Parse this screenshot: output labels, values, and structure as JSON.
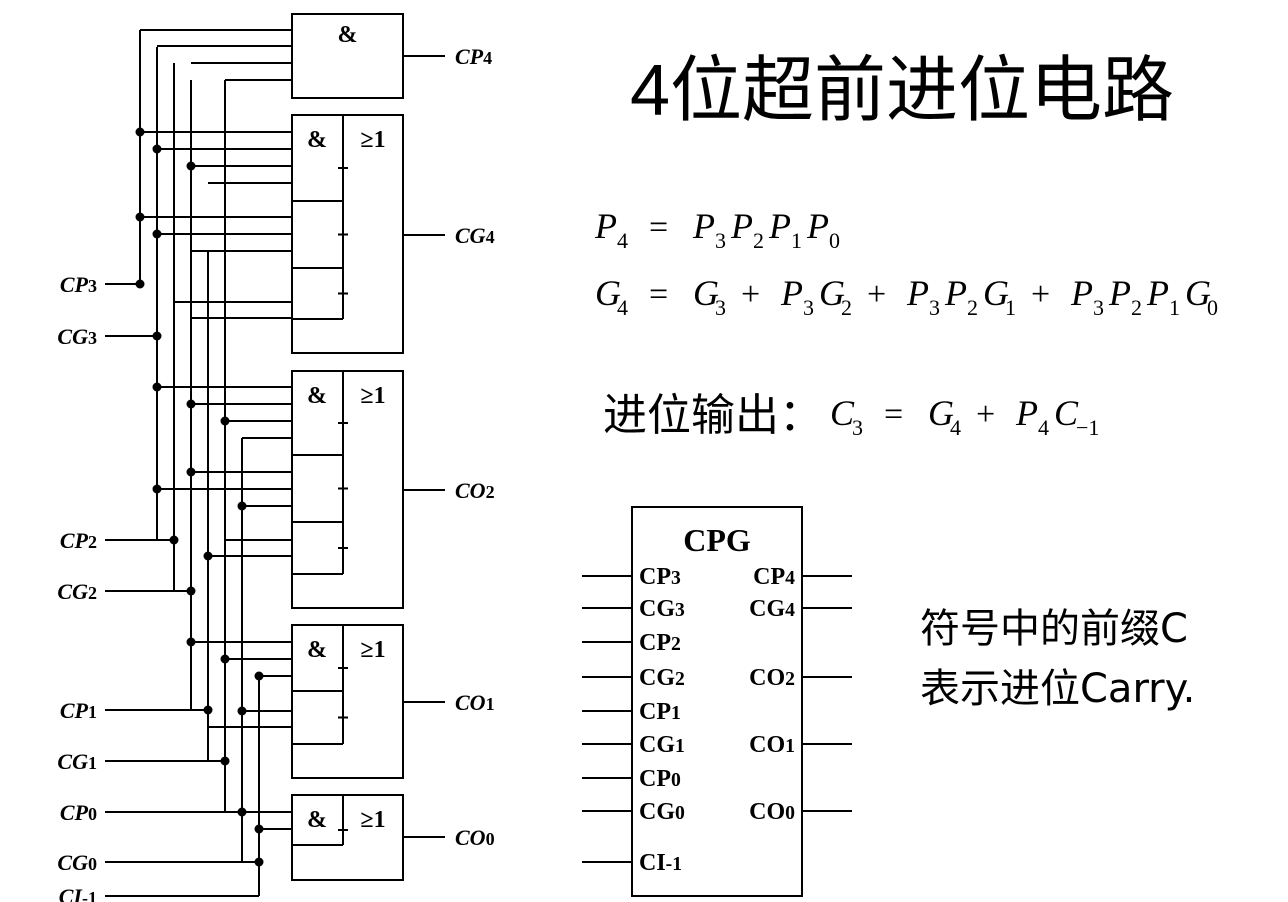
{
  "title": "4位超前进位电路",
  "inputs": [
    {
      "name": "CP",
      "sub": "3"
    },
    {
      "name": "CG",
      "sub": "3"
    },
    {
      "name": "CP",
      "sub": "2"
    },
    {
      "name": "CG",
      "sub": "2"
    },
    {
      "name": "CP",
      "sub": "1"
    },
    {
      "name": "CG",
      "sub": "1"
    },
    {
      "name": "CP",
      "sub": "0"
    },
    {
      "name": "CG",
      "sub": "0"
    },
    {
      "name": "CI",
      "sub": "-1"
    }
  ],
  "outputs": [
    {
      "name": "CP",
      "sub": "4"
    },
    {
      "name": "CG",
      "sub": "4"
    },
    {
      "name": "CO",
      "sub": "2"
    },
    {
      "name": "CO",
      "sub": "1"
    },
    {
      "name": "CO",
      "sub": "0"
    }
  ],
  "gate_labels": {
    "and": "&",
    "or": "≥1"
  },
  "equations": {
    "p4": {
      "lhs": "P",
      "lhs_sub": "4",
      "eq": "=",
      "terms": [
        [
          {
            "v": "P",
            "s": "3"
          },
          {
            "v": "P",
            "s": "2"
          },
          {
            "v": "P",
            "s": "1"
          },
          {
            "v": "P",
            "s": "0"
          }
        ]
      ]
    },
    "g4": {
      "lhs": "G",
      "lhs_sub": "4",
      "eq": "=",
      "plus": "+",
      "terms": [
        [
          {
            "v": "G",
            "s": "3"
          }
        ],
        [
          {
            "v": "P",
            "s": "3"
          },
          {
            "v": "G",
            "s": "2"
          }
        ],
        [
          {
            "v": "P",
            "s": "3"
          },
          {
            "v": "P",
            "s": "2"
          },
          {
            "v": "G",
            "s": "1"
          }
        ],
        [
          {
            "v": "P",
            "s": "3"
          },
          {
            "v": "P",
            "s": "2"
          },
          {
            "v": "P",
            "s": "1"
          },
          {
            "v": "G",
            "s": "0"
          }
        ]
      ]
    },
    "carry": {
      "prefix": "进位输出：",
      "lhs": "C",
      "lhs_sub": "3",
      "eq": "=",
      "plus": "+",
      "terms": [
        [
          {
            "v": "G",
            "s": "4"
          }
        ],
        [
          {
            "v": "P",
            "s": "4"
          },
          {
            "v": "C",
            "s": "−1"
          }
        ]
      ]
    }
  },
  "cpg_block": {
    "title": "CPG",
    "left_pins": [
      {
        "name": "CP",
        "sub": "3"
      },
      {
        "name": "CG",
        "sub": "3"
      },
      {
        "name": "CP",
        "sub": "2"
      },
      {
        "name": "CG",
        "sub": "2"
      },
      {
        "name": "CP",
        "sub": "1"
      },
      {
        "name": "CG",
        "sub": "1"
      },
      {
        "name": "CP",
        "sub": "0"
      },
      {
        "name": "CG",
        "sub": "0"
      },
      {
        "name": "CI",
        "sub": "-1"
      }
    ],
    "right_pins": [
      {
        "name": "CP",
        "sub": "4"
      },
      {
        "name": "CG",
        "sub": "4"
      },
      {
        "name": "CO",
        "sub": "2"
      },
      {
        "name": "CO",
        "sub": "1"
      },
      {
        "name": "CO",
        "sub": "0"
      }
    ]
  },
  "note": {
    "line1": "符号中的前缀C",
    "line2": "表示进位Carry."
  }
}
